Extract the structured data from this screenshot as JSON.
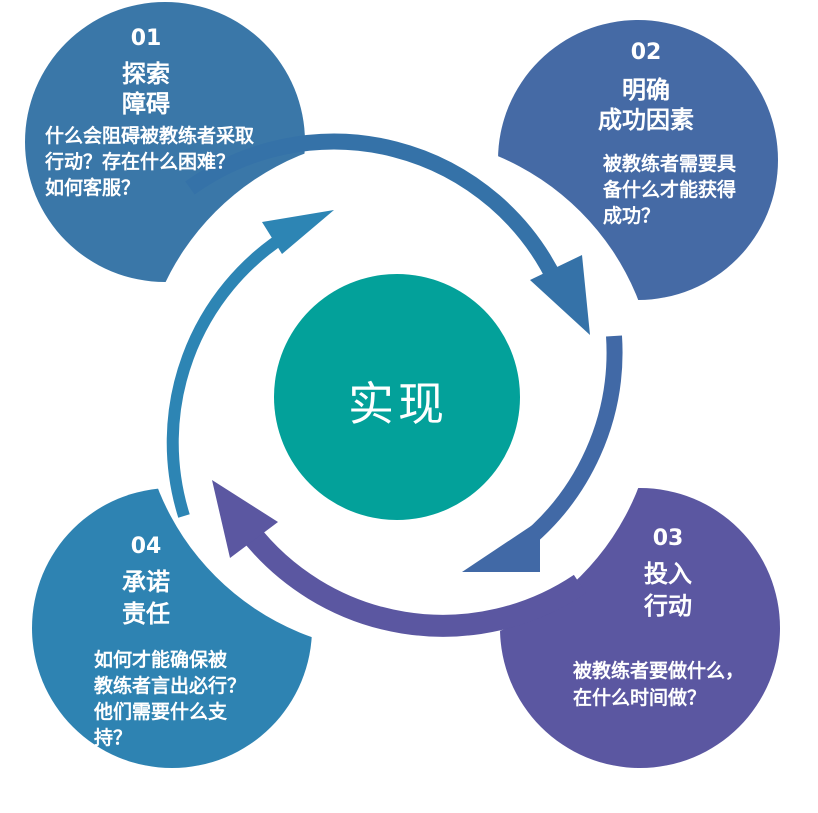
{
  "center": {
    "label": "实现",
    "color": "#03a19a"
  },
  "steps": [
    {
      "number": "01",
      "title_line1": "探索",
      "title_line2": "障碍",
      "body_lines": [
        "什么会阻碍被教练者采取",
        "行动？存在什么困难？",
        "如何客服？"
      ],
      "color": "#3a77a8"
    },
    {
      "number": "02",
      "title_line1": "明确",
      "title_line2": "成功因素",
      "body_lines": [
        "被教练者需要具",
        "备什么才能获得",
        "成功？"
      ],
      "color": "#456aa5"
    },
    {
      "number": "03",
      "title_line1": "投入",
      "title_line2": "行动",
      "body_lines": [
        "被教练者要做什么，",
        "在什么时间做？"
      ],
      "color": "#5b57a1"
    },
    {
      "number": "04",
      "title_line1": "承诺",
      "title_line2": "责任",
      "body_lines": [
        "如何才能确保被",
        "教练者言出必行？",
        "他们需要什么支",
        "持？"
      ],
      "color": "#2e83b2"
    }
  ],
  "arrow_colors": [
    "#3572a8",
    "#4169a6",
    "#5b57a1",
    "#2d85b4"
  ]
}
